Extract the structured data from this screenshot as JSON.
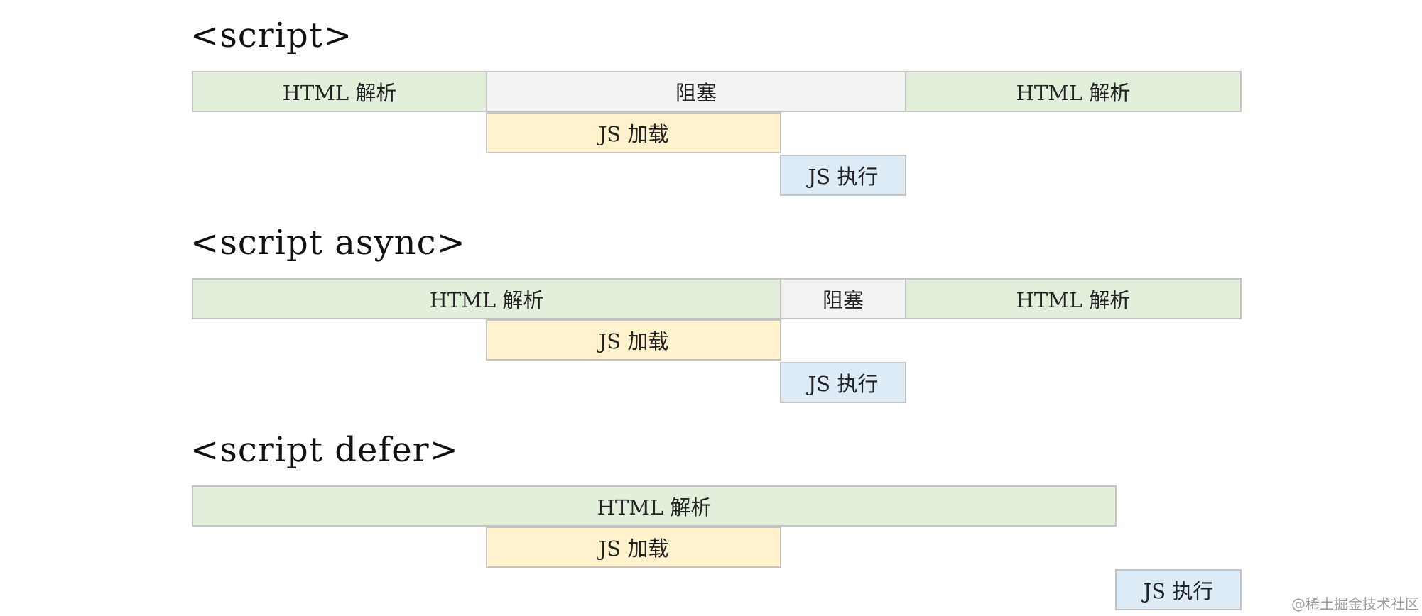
{
  "diagrams": [
    {
      "title": "<script>",
      "bars": {
        "html_parse_1": "HTML 解析",
        "block": "阻塞",
        "html_parse_2": "HTML 解析",
        "js_load": "JS 加载",
        "js_exec": "JS 执行"
      }
    },
    {
      "title": "<script async>",
      "bars": {
        "html_parse_1": "HTML 解析",
        "block": "阻塞",
        "html_parse_2": "HTML 解析",
        "js_load": "JS 加载",
        "js_exec": "JS 执行"
      }
    },
    {
      "title": "<script defer>",
      "bars": {
        "html_parse": "HTML 解析",
        "js_load": "JS 加载",
        "js_exec": "JS 执行"
      }
    }
  ],
  "colors": {
    "html_parse": "#e2efda",
    "block": "#f2f2f2",
    "js_load": "#fff2cc",
    "js_exec": "#ddebf7",
    "border": "#c4c4c4"
  },
  "watermark": "@稀土掘金技术社区"
}
